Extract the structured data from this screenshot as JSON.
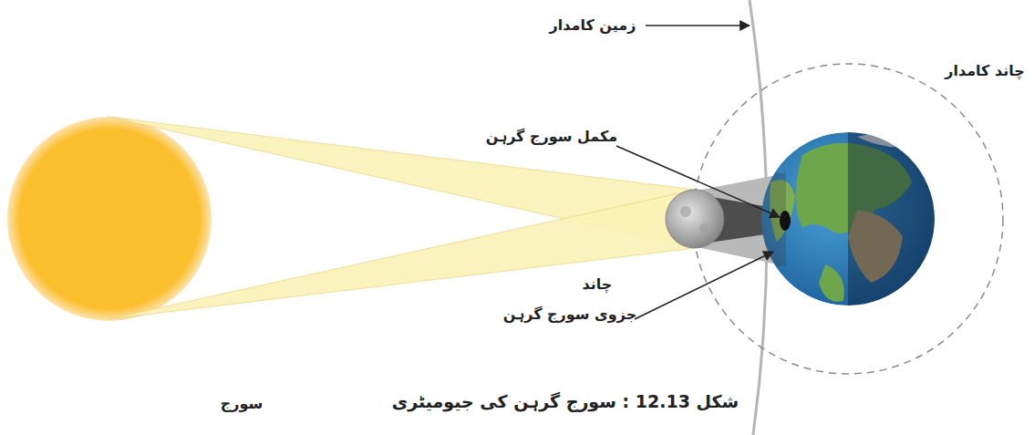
{
  "diagram": {
    "caption": "شکل 12.13 : سورج گرہن کی جیومیٹری",
    "labels": [
      "زمین کامدار",
      "چاند کامدار",
      "مکمل سورج گرہن",
      "چاند",
      "جزوی سورج گرہن",
      "سورج"
    ]
  }
}
